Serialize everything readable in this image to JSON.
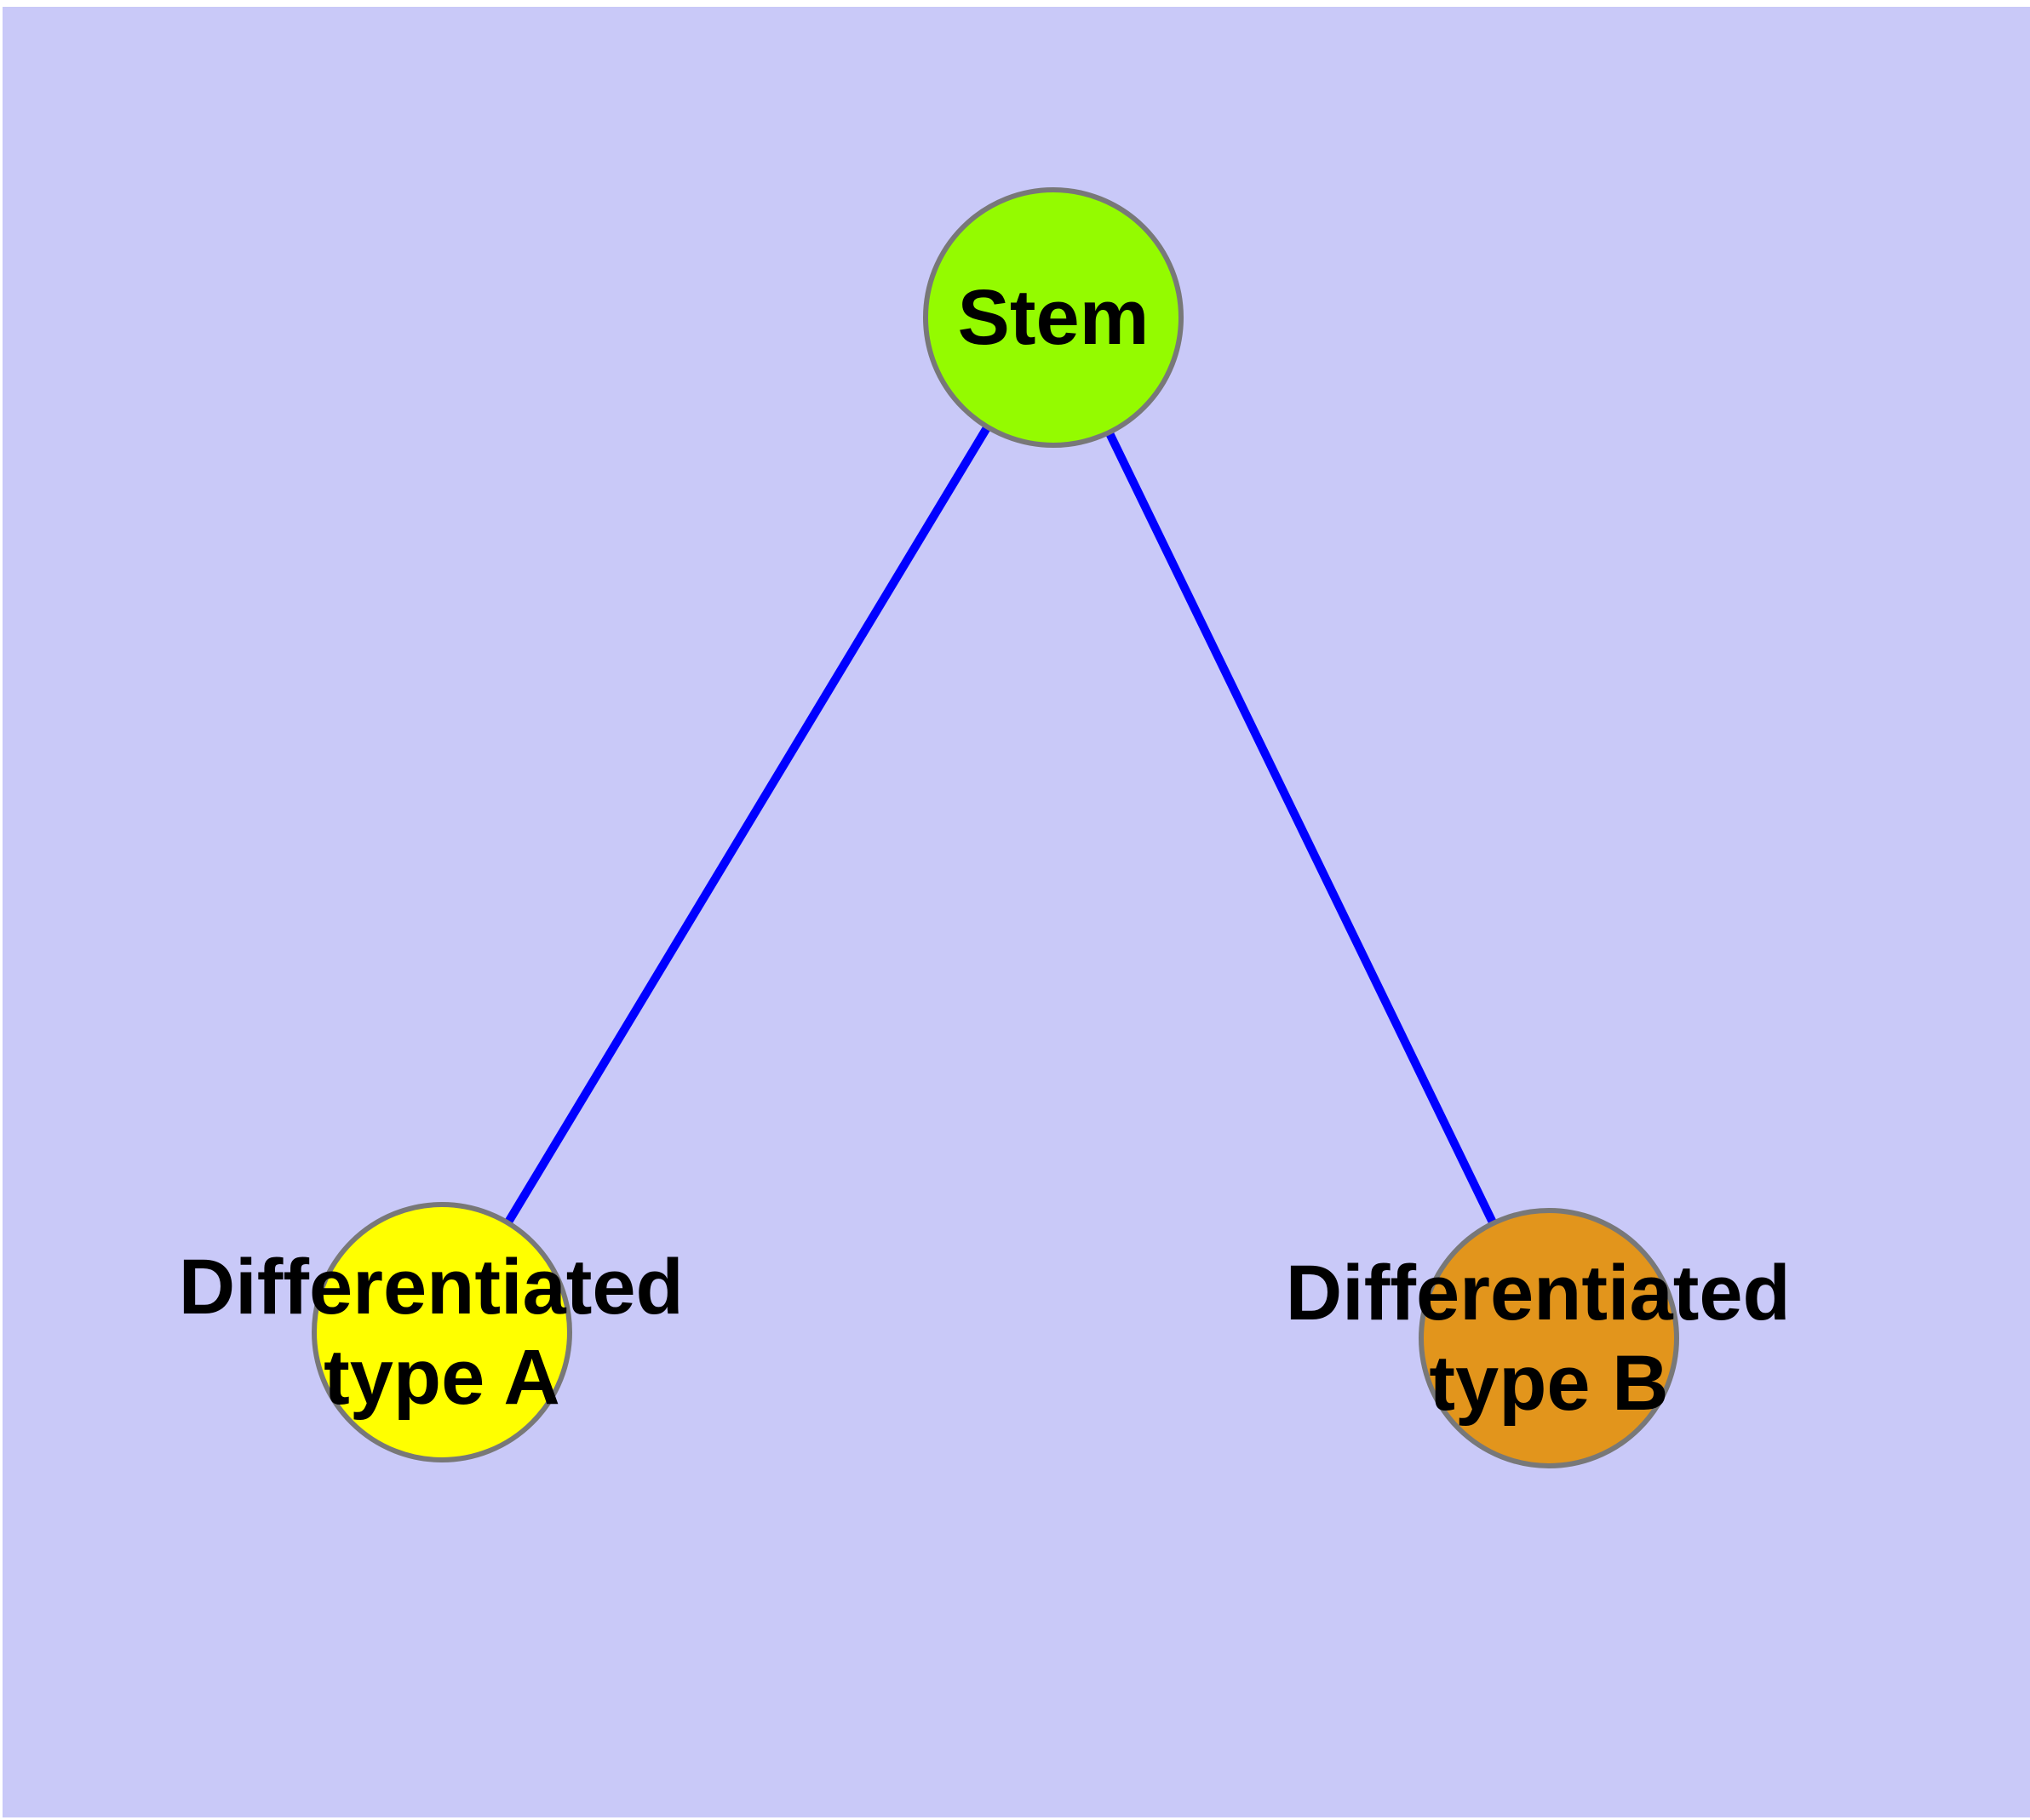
{
  "canvas": {
    "background_color": "#c9c9f8",
    "margin_color": "#ffffff"
  },
  "graph": {
    "type": "node-link-diagram",
    "edge_color": "#0000ff",
    "node_border_color": "#787878",
    "label_color": "#000000",
    "nodes": [
      {
        "id": "stem",
        "label": "Stem",
        "label_lines": [
          "Stem"
        ],
        "color": "#94fb00"
      },
      {
        "id": "type-a",
        "label": "Differentiated type A",
        "label_lines": [
          "Differentiated",
          "type A"
        ],
        "color": "#ffff00"
      },
      {
        "id": "type-b",
        "label": "Differentiated type B",
        "label_lines": [
          "Differentiated",
          "type B"
        ],
        "color": "#e2951c"
      }
    ],
    "edges": [
      {
        "from": "Stem",
        "to": "Differentiated type A"
      },
      {
        "from": "Stem",
        "to": "Differentiated type B"
      }
    ]
  }
}
